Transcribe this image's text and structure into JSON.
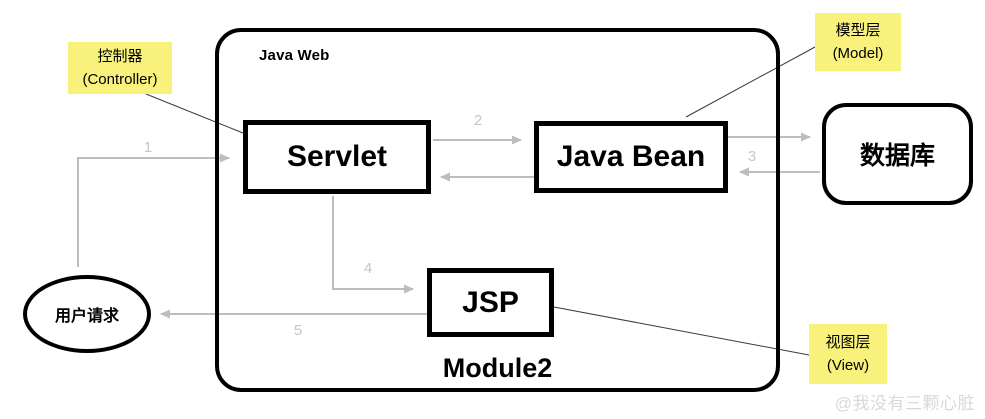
{
  "container": {
    "title": "Java Web",
    "module_label": "Module2"
  },
  "nodes": {
    "servlet": {
      "label": "Servlet"
    },
    "java_bean": {
      "label": "Java Bean"
    },
    "jsp": {
      "label": "JSP"
    },
    "database": {
      "label": "数据库"
    },
    "user_request": {
      "label": "用户请求"
    }
  },
  "annotations": {
    "controller": {
      "line1": "控制器",
      "line2": "(Controller)"
    },
    "model": {
      "line1": "模型层",
      "line2": "(Model)"
    },
    "view": {
      "line1": "视图层",
      "line2": "(View)"
    }
  },
  "arrow_labels": {
    "a1": "1",
    "a2": "2",
    "a3": "3",
    "a4": "4",
    "a5": "5"
  },
  "colors": {
    "annotation_bg": "#F8F17C",
    "arrow": "#BDBDBD",
    "number": "#C6C6C6",
    "node_border": "#000000",
    "pointer_line": "#3A3A3A",
    "watermark": "#D9D9D9"
  },
  "watermark": "@我没有三颗心脏"
}
